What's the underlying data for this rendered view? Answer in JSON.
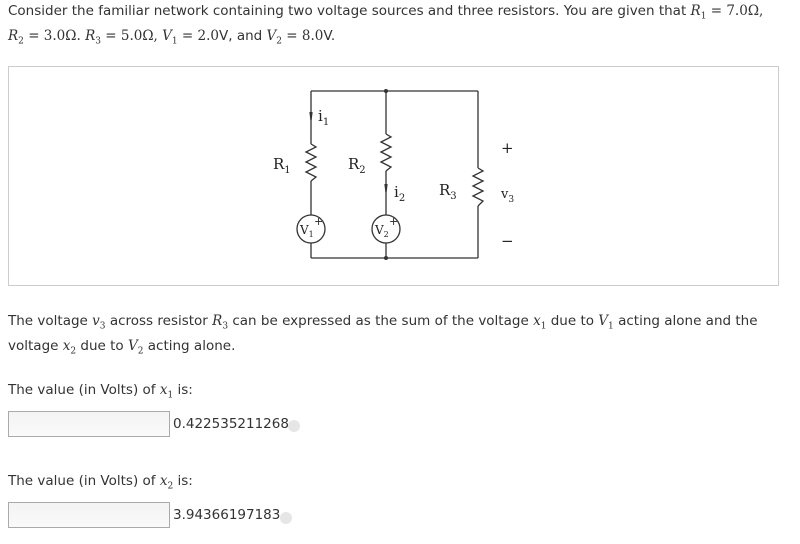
{
  "problem": {
    "intro": "Consider the familiar network containing two voltage sources and three resistors. You are given that",
    "R1": "R",
    "R1_sub": "1",
    "R1_val": " = 7.0Ω,",
    "R2": "R",
    "R2_sub": "2",
    "R2_val": " = 3.0Ω.",
    "R3": "R",
    "R3_sub": "3",
    "R3_val": " = 5.0Ω,",
    "V1": "V",
    "V1_sub": "1",
    "V1_val": " = 2.0",
    "V2": "V",
    "V2_sub": "2",
    "V2_val": " = 8.0",
    "unit_v": "V",
    "and": ", and",
    "end": "."
  },
  "circuit": {
    "r1": "R",
    "r1s": "1",
    "r2": "R",
    "r2s": "2",
    "r3": "R",
    "r3s": "3",
    "i1": "i",
    "i1s": "1",
    "i2": "i",
    "i2s": "2",
    "v1": "V",
    "v1s": "1",
    "v2": "V",
    "v2s": "2",
    "v3": "v",
    "v3s": "3",
    "plus": "+",
    "minus": "−"
  },
  "statement": {
    "t1": "The voltage",
    "v3": "v",
    "v3s": "3",
    "t2": "across resistor",
    "R3": "R",
    "R3s": "3",
    "t3": "can be expressed as the sum of the voltage",
    "x1": "x",
    "x1s": "1",
    "t4": "due to",
    "V1": "V",
    "V1s": "1",
    "t5": "acting alone and the",
    "t6": "voltage",
    "x2": "x",
    "x2s": "2",
    "t7": "due to",
    "V2": "V",
    "V2s": "2",
    "t8": "acting alone."
  },
  "questions": [
    {
      "pre": "The value (in Volts) of",
      "var": "x",
      "sub": "1",
      "post": "is:",
      "input_value": "",
      "answer": "0.422535211268"
    },
    {
      "pre": "The value (in Volts) of",
      "var": "x",
      "sub": "2",
      "post": "is:",
      "input_value": "",
      "answer": "3.94366197183"
    }
  ]
}
